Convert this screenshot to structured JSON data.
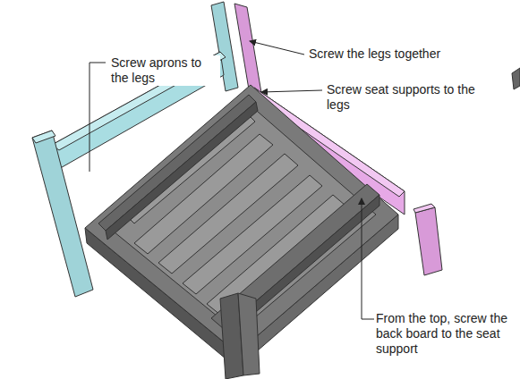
{
  "diagram": {
    "labels": [
      "Screw aprons to the legs",
      "Screw the legs together",
      "Screw seat supports to the legs",
      "From the top, screw the back board to the seat support"
    ]
  }
}
